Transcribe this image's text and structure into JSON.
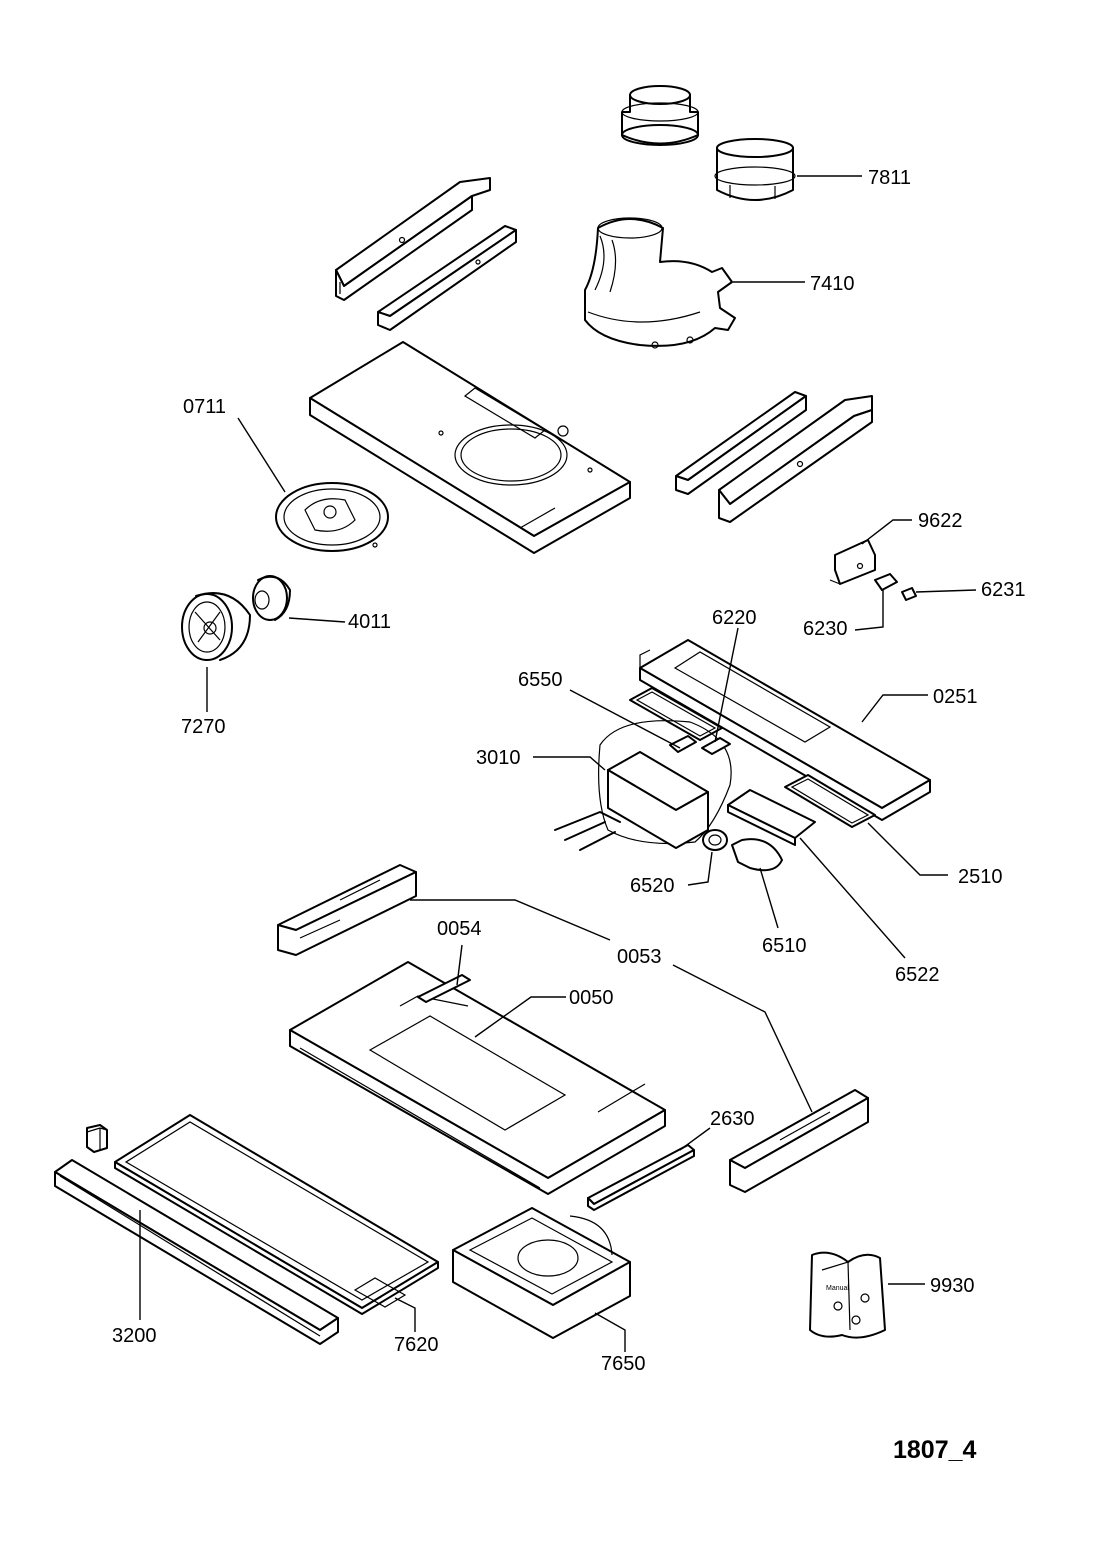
{
  "diagram_code": "1807_4",
  "parts": [
    {
      "id": "7811",
      "label": "7811"
    },
    {
      "id": "7410",
      "label": "7410"
    },
    {
      "id": "0711",
      "label": "0711"
    },
    {
      "id": "9622",
      "label": "9622"
    },
    {
      "id": "6231",
      "label": "6231"
    },
    {
      "id": "6230",
      "label": "6230"
    },
    {
      "id": "4011",
      "label": "4011"
    },
    {
      "id": "6220",
      "label": "6220"
    },
    {
      "id": "7270",
      "label": "7270"
    },
    {
      "id": "6550",
      "label": "6550"
    },
    {
      "id": "0251",
      "label": "0251"
    },
    {
      "id": "3010",
      "label": "3010"
    },
    {
      "id": "6520",
      "label": "6520"
    },
    {
      "id": "2510",
      "label": "2510"
    },
    {
      "id": "6510",
      "label": "6510"
    },
    {
      "id": "0054",
      "label": "0054"
    },
    {
      "id": "0053",
      "label": "0053"
    },
    {
      "id": "6522",
      "label": "6522"
    },
    {
      "id": "0050",
      "label": "0050"
    },
    {
      "id": "2630",
      "label": "2630"
    },
    {
      "id": "9930",
      "label": "9930"
    },
    {
      "id": "3200",
      "label": "3200"
    },
    {
      "id": "7620",
      "label": "7620"
    },
    {
      "id": "7650",
      "label": "7650"
    }
  ],
  "bag_text": "Manual"
}
